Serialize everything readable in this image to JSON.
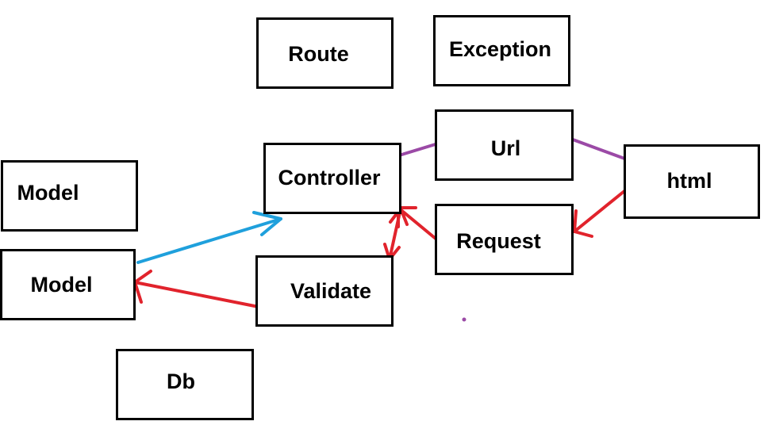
{
  "diagram": {
    "nodes": {
      "route": "Route",
      "exception": "Exception",
      "model_top": "Model",
      "controller": "Controller",
      "url": "Url",
      "html": "html",
      "model_bottom": "Model",
      "request": "Request",
      "validate": "Validate",
      "db": "Db"
    },
    "colors": {
      "box_border": "#000000",
      "text": "#000000",
      "arrow_blue": "#1fa0dc",
      "arrow_red": "#e1232c",
      "line_purple": "#9b4aa6",
      "background": "#ffffff"
    },
    "edges": [
      {
        "from": "model_bottom",
        "to": "controller",
        "style": "arrow",
        "color": "arrow_blue"
      },
      {
        "from": "controller",
        "to": "url",
        "style": "line",
        "color": "line_purple"
      },
      {
        "from": "url",
        "to": "html",
        "style": "line",
        "color": "line_purple"
      },
      {
        "from": "html",
        "to": "request",
        "style": "arrow",
        "color": "arrow_red"
      },
      {
        "from": "request",
        "to": "controller",
        "style": "arrow",
        "color": "arrow_red"
      },
      {
        "from": "controller",
        "to": "validate",
        "style": "double-arrow",
        "color": "arrow_red"
      },
      {
        "from": "validate",
        "to": "model_bottom",
        "style": "arrow",
        "color": "arrow_red"
      }
    ]
  }
}
